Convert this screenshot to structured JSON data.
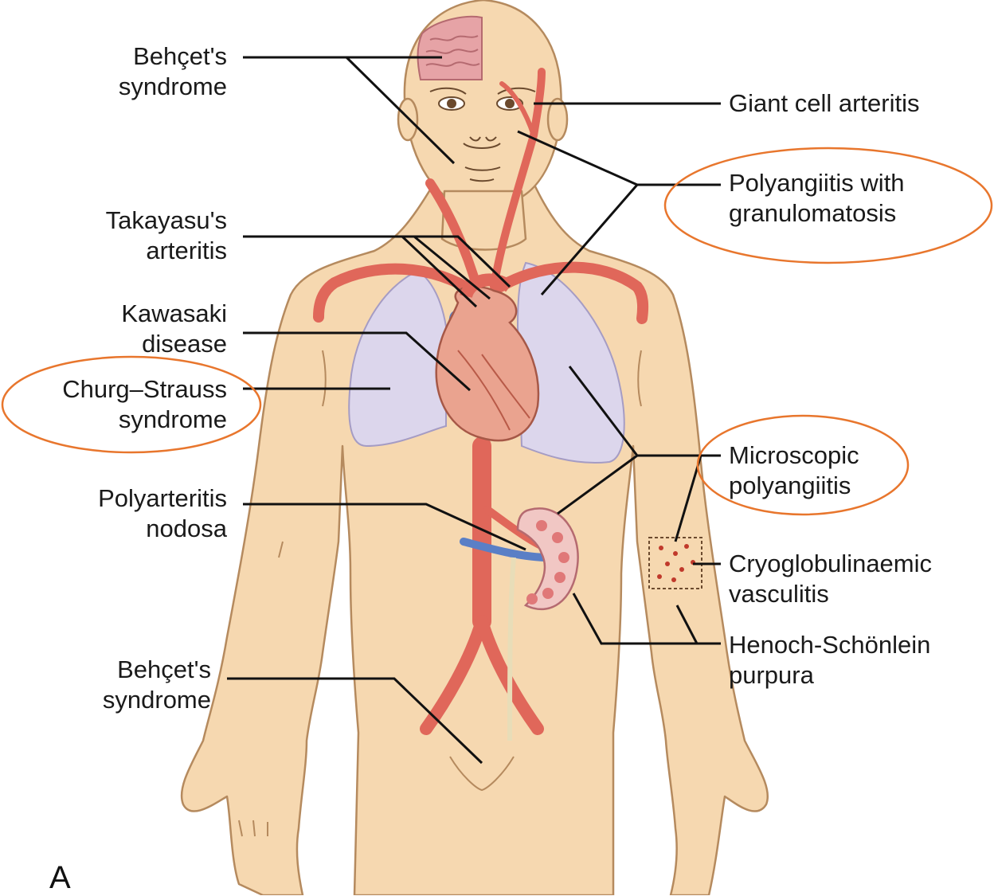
{
  "figure": {
    "panel_letter": "A",
    "colors": {
      "skin": "#f6d8b0",
      "skin_outline": "#b58a5e",
      "artery": "#e0675a",
      "vein": "#5a7fc6",
      "lung": "#dcd6ec",
      "leader_line": "#111111",
      "highlight_ellipse": "#e8762d"
    }
  },
  "labels": {
    "behcet_top": [
      "Behçet's",
      "syndrome"
    ],
    "takayasu": [
      "Takayasu's",
      "arteritis"
    ],
    "kawasaki": [
      "Kawasaki",
      "disease"
    ],
    "churg_strauss": [
      "Churg–Strauss",
      "syndrome"
    ],
    "polyarteritis": [
      "Polyarteritis",
      "nodosa"
    ],
    "behcet_bottom": [
      "Behçet's",
      "syndrome"
    ],
    "giant_cell": [
      "Giant cell arteritis"
    ],
    "gpa": [
      "Polyangiitis with",
      "granulomatosis"
    ],
    "microscopic": [
      "Microscopic",
      "polyangiitis"
    ],
    "cryoglobulinaemic": [
      "Cryoglobulinaemic",
      "vasculitis"
    ],
    "henoch": [
      "Henoch-Schönlein",
      "purpura"
    ]
  },
  "highlighted_labels": [
    "churg_strauss",
    "gpa",
    "microscopic"
  ]
}
